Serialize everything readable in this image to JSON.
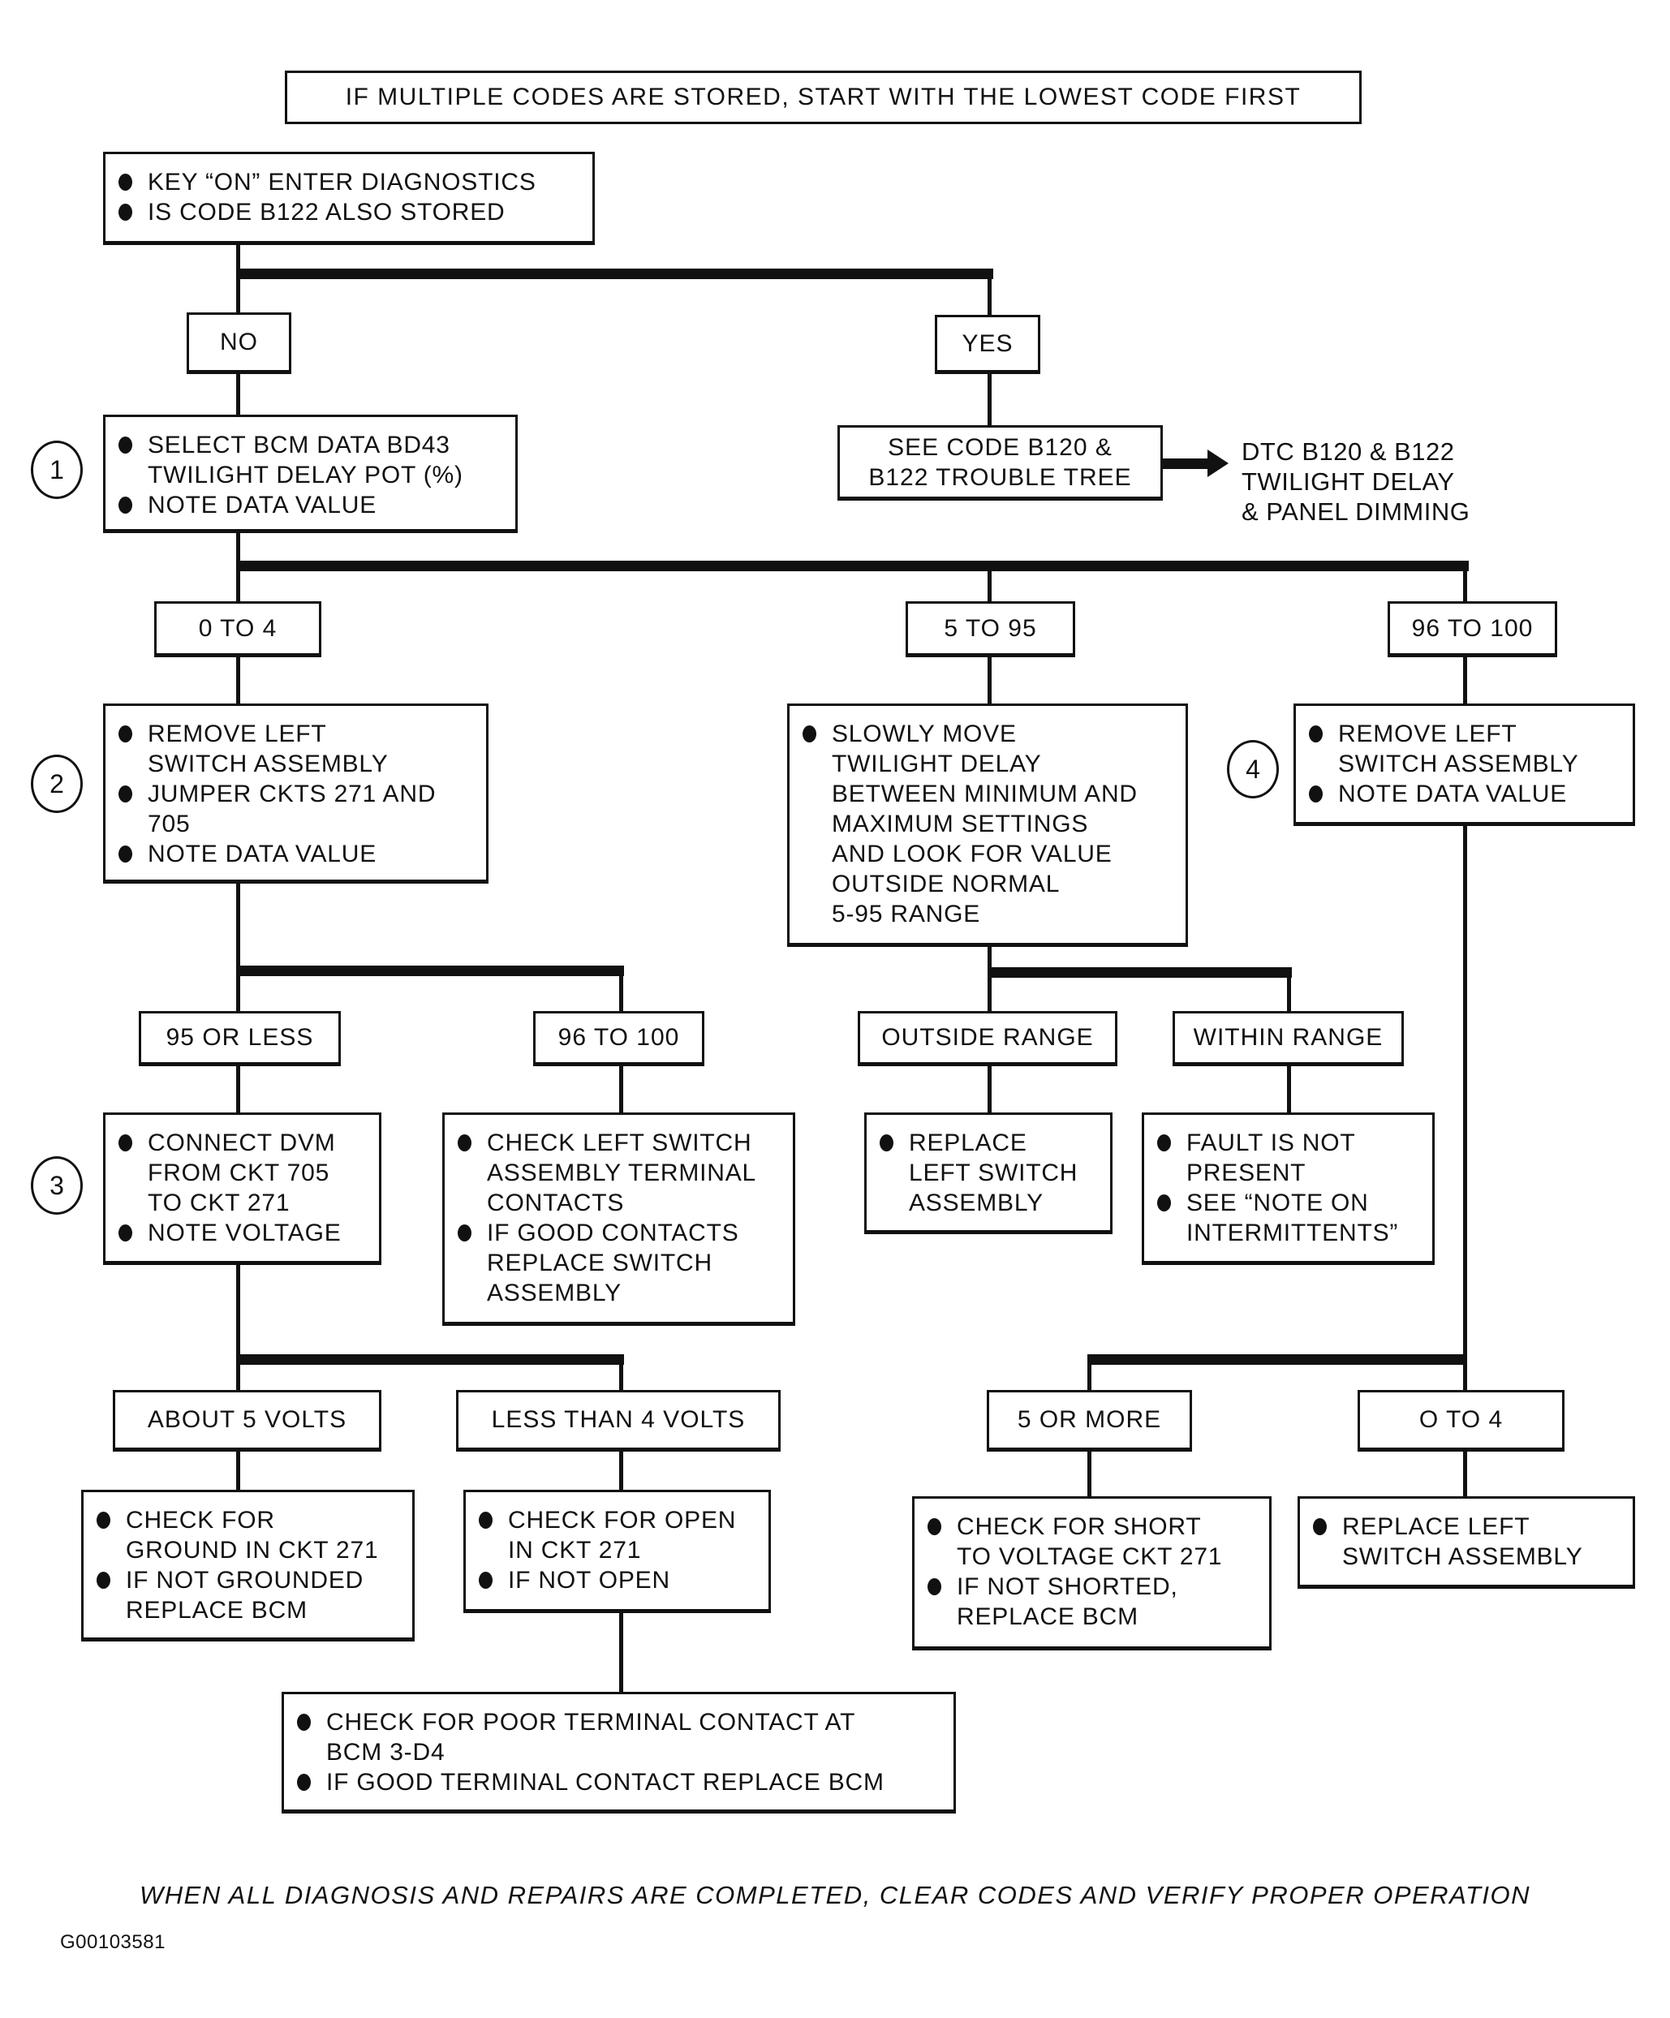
{
  "header": "IF MULTIPLE CODES ARE STORED, START WITH THE LOWEST CODE FIRST",
  "start_box": {
    "steps": [
      "KEY “ON” ENTER DIAGNOSTICS",
      "IS CODE B122 ALSO STORED"
    ]
  },
  "decision_no": "NO",
  "decision_yes": "YES",
  "step1": {
    "number": "1",
    "steps": [
      "SELECT BCM DATA BD43\nTWILIGHT DELAY POT (%)",
      "NOTE DATA VALUE"
    ]
  },
  "see_code_box": "SEE CODE B120 &\nB122 TROUBLE TREE",
  "dtc_reference": "DTC B120 & B122\nTWILIGHT DELAY\n& PANEL DIMMING",
  "range_0_4": "0 TO 4",
  "range_5_95": "5 TO 95",
  "range_96_100": "96 TO 100",
  "step2": {
    "number": "2",
    "steps": [
      "REMOVE LEFT\nSWITCH ASSEMBLY",
      "JUMPER CKTS 271 AND\n705",
      "NOTE DATA VALUE"
    ]
  },
  "slowly_move_box": {
    "steps": [
      "SLOWLY MOVE\nTWILIGHT DELAY\nBETWEEN MINIMUM AND\nMAXIMUM SETTINGS\nAND LOOK FOR VALUE\nOUTSIDE NORMAL\n5-95 RANGE"
    ]
  },
  "step4": {
    "number": "4",
    "steps": [
      "REMOVE LEFT\nSWITCH ASSEMBLY",
      "NOTE DATA VALUE"
    ]
  },
  "result_95_or_less": "95 OR LESS",
  "result_96_100": "96 TO 100",
  "result_outside": "OUTSIDE RANGE",
  "result_within": "WITHIN RANGE",
  "step3": {
    "number": "3",
    "steps": [
      "CONNECT DVM\nFROM CKT 705\nTO CKT 271",
      "NOTE VOLTAGE"
    ]
  },
  "check_left_switch_box": {
    "steps": [
      "CHECK LEFT SWITCH\nASSEMBLY TERMINAL\nCONTACTS",
      "IF GOOD CONTACTS\nREPLACE SWITCH\nASSEMBLY"
    ]
  },
  "replace_left_box": {
    "steps": [
      "REPLACE\nLEFT SWITCH\nASSEMBLY"
    ]
  },
  "fault_box": {
    "steps": [
      "FAULT IS NOT\nPRESENT",
      "SEE “NOTE ON\nINTERMITTENTS”"
    ]
  },
  "volt_about5": "ABOUT 5 VOLTS",
  "volt_less4": "LESS THAN 4 VOLTS",
  "value_5_more": "5 OR MORE",
  "value_0_4": "O TO 4",
  "ground_box": {
    "steps": [
      "CHECK FOR\nGROUND IN CKT 271",
      "IF NOT GROUNDED\nREPLACE BCM"
    ]
  },
  "open_box": {
    "steps": [
      "CHECK FOR OPEN\nIN CKT 271",
      "IF NOT OPEN"
    ]
  },
  "short_box": {
    "steps": [
      "CHECK FOR SHORT\nTO VOLTAGE CKT 271",
      "IF NOT SHORTED,\nREPLACE BCM"
    ]
  },
  "replace_left_final_box": {
    "steps": [
      "REPLACE LEFT\nSWITCH ASSEMBLY"
    ]
  },
  "poor_terminal_box": {
    "steps": [
      "CHECK FOR POOR TERMINAL CONTACT AT\nBCM 3-D4",
      "IF GOOD TERMINAL CONTACT REPLACE BCM"
    ]
  },
  "footer": "WHEN ALL DIAGNOSIS AND REPAIRS ARE COMPLETED, CLEAR CODES AND VERIFY PROPER OPERATION",
  "figure_code": "G00103581"
}
